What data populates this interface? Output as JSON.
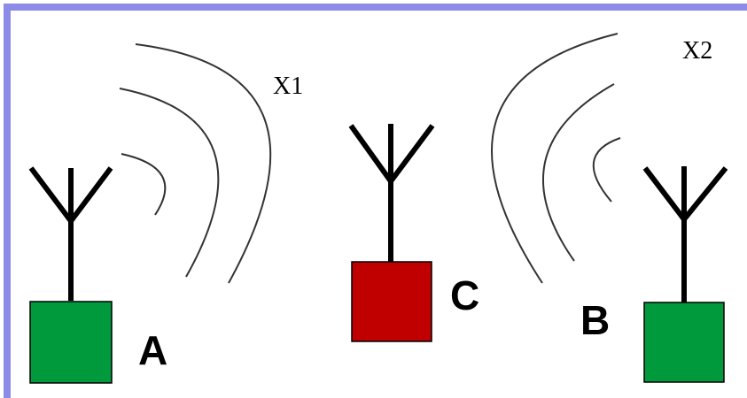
{
  "colors": {
    "border": "#8c8ce8",
    "node_green": "#009a3d",
    "node_red": "#c00000"
  },
  "nodes": {
    "a": {
      "label": "A",
      "icon": "antenna-icon"
    },
    "b": {
      "label": "B",
      "icon": "antenna-icon"
    },
    "c": {
      "label": "C",
      "icon": "antenna-icon"
    }
  },
  "signals": {
    "x1": {
      "label": "X1",
      "icon": "radio-wave-icon"
    },
    "x2": {
      "label": "X2",
      "icon": "radio-wave-icon"
    }
  }
}
